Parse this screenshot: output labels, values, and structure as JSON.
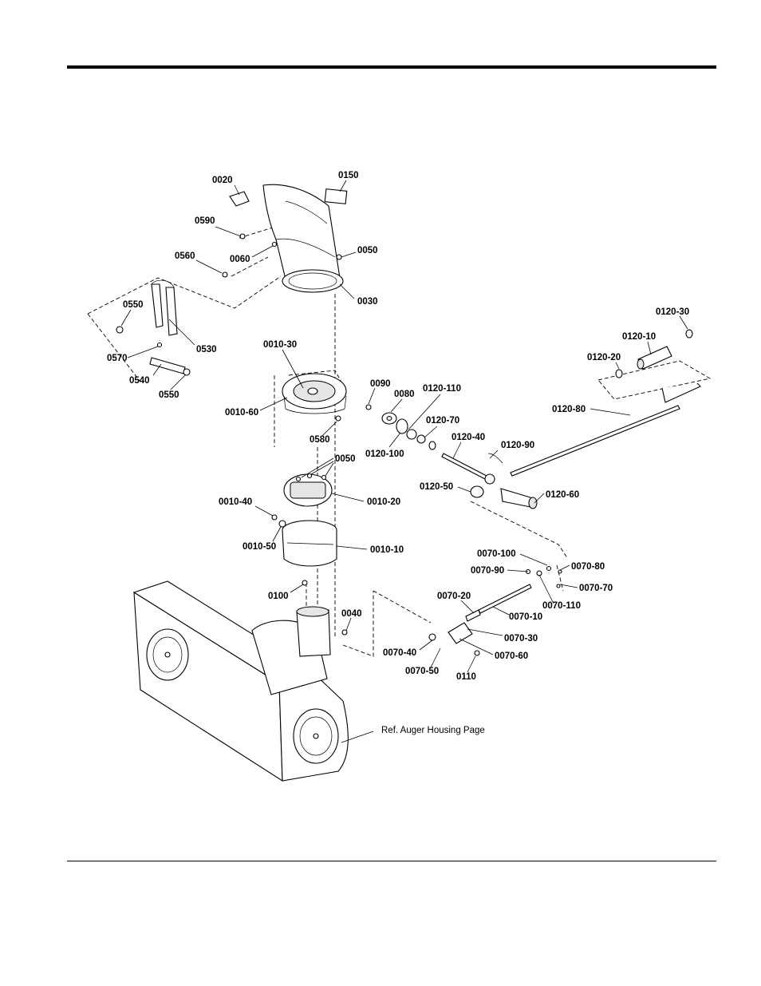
{
  "callouts": [
    "0020",
    "0150",
    "0590",
    "0050",
    "0060",
    "0560",
    "0030",
    "0550",
    "0530",
    "0570",
    "0540",
    "0550",
    "0010-30",
    "0010-60",
    "0580",
    "0050",
    "0010-20",
    "0010-40",
    "0010-50",
    "0010-10",
    "0100",
    "0040",
    "0090",
    "0080",
    "0120-110",
    "0120-100",
    "0120-70",
    "0120-40",
    "0120-90",
    "0120-50",
    "0120-60",
    "0120-30",
    "0120-10",
    "0120-20",
    "0120-80",
    "0070-100",
    "0070-80",
    "0070-90",
    "0070-70",
    "0070-110",
    "0070-20",
    "0070-10",
    "0070-30",
    "0070-40",
    "0070-60",
    "0070-50",
    "0110"
  ],
  "reference_note": "Ref. Auger Housing Page"
}
